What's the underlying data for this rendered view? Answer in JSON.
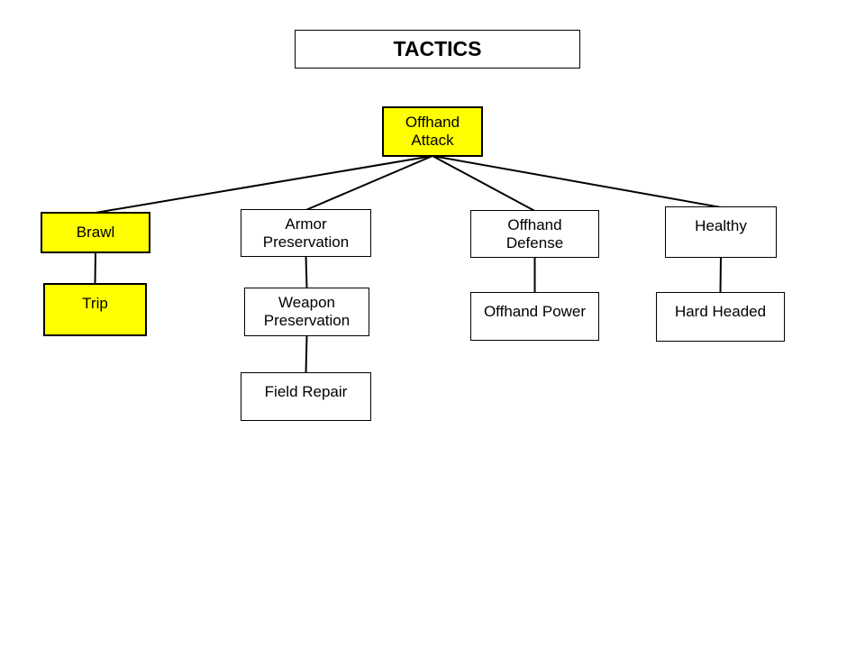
{
  "title": "TACTICS",
  "colors": {
    "highlight": "#ffff00",
    "default": "#ffffff",
    "line": "#000000",
    "text": "#000000"
  },
  "nodes": [
    {
      "id": "offhand-attack",
      "label": "Offhand\nAttack",
      "highlighted": true
    },
    {
      "id": "brawl",
      "label": "Brawl",
      "highlighted": true
    },
    {
      "id": "trip",
      "label": "Trip",
      "highlighted": true
    },
    {
      "id": "armor-preservation",
      "label": "Armor\nPreservation",
      "highlighted": false
    },
    {
      "id": "weapon-preservation",
      "label": "Weapon\nPreservation",
      "highlighted": false
    },
    {
      "id": "field-repair",
      "label": "Field Repair",
      "highlighted": false
    },
    {
      "id": "offhand-defense",
      "label": "Offhand\nDefense",
      "highlighted": false
    },
    {
      "id": "offhand-power",
      "label": "Offhand Power",
      "highlighted": false
    },
    {
      "id": "healthy",
      "label": "Healthy",
      "highlighted": false
    },
    {
      "id": "hard-headed",
      "label": "Hard Headed",
      "highlighted": false
    }
  ],
  "edges": [
    {
      "from": "offhand-attack",
      "to": "brawl"
    },
    {
      "from": "offhand-attack",
      "to": "armor-preservation"
    },
    {
      "from": "offhand-attack",
      "to": "offhand-defense"
    },
    {
      "from": "offhand-attack",
      "to": "healthy"
    },
    {
      "from": "brawl",
      "to": "trip"
    },
    {
      "from": "armor-preservation",
      "to": "weapon-preservation"
    },
    {
      "from": "weapon-preservation",
      "to": "field-repair"
    },
    {
      "from": "offhand-defense",
      "to": "offhand-power"
    },
    {
      "from": "healthy",
      "to": "hard-headed"
    }
  ]
}
